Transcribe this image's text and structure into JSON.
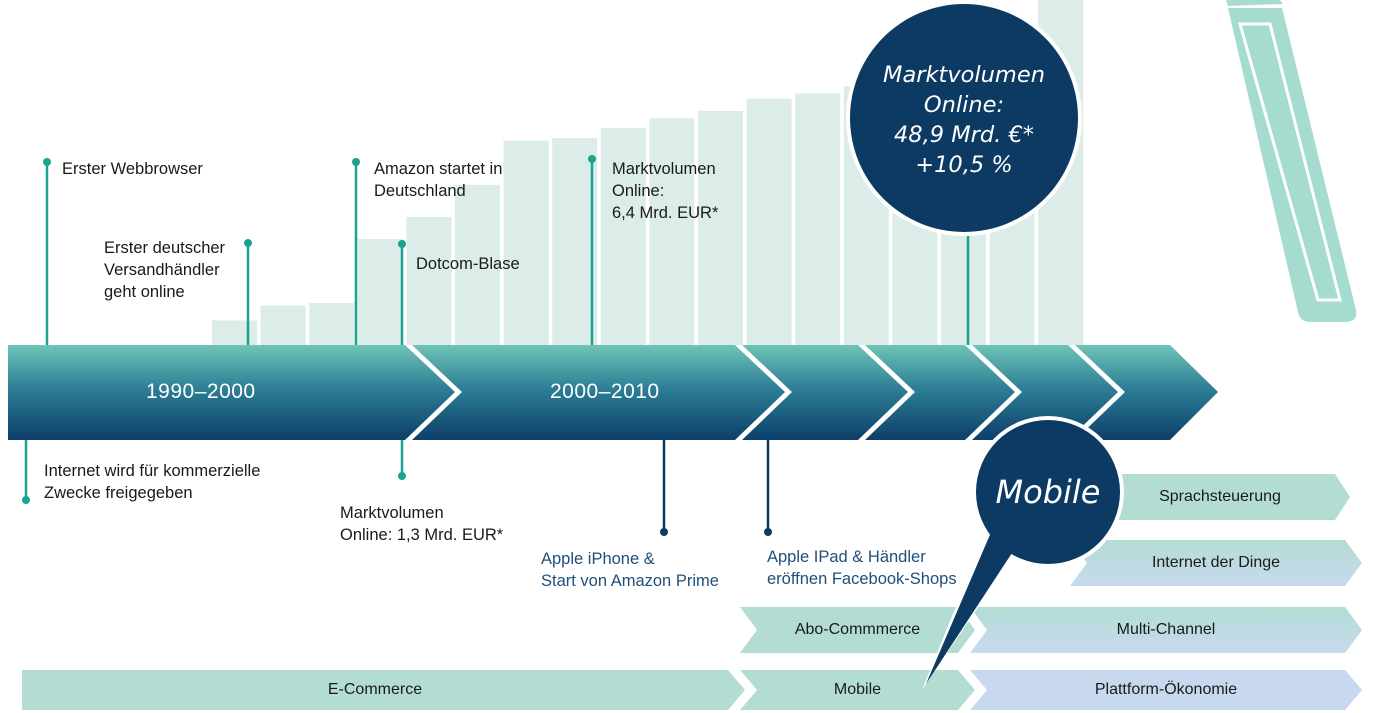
{
  "colors": {
    "bars": "#dcece8",
    "arrow_top": "#6ec4b6",
    "arrow_bottom": "#0d3f6a",
    "pin_teal": "#1aa391",
    "pin_navy": "#0d3a63",
    "band_teal": "#b3ddd3",
    "band_blue": "#c8d9ef",
    "bubble": "#0d3a63",
    "magnifier": "#a6dbcf"
  },
  "chart_data": {
    "type": "bar",
    "values": [
      10,
      16,
      17,
      43,
      52,
      65,
      83,
      84,
      88,
      92,
      95,
      100,
      102,
      105,
      110,
      120,
      130,
      140
    ]
  },
  "eras": [
    "1990–2000",
    "2000–2010"
  ],
  "events_top": [
    {
      "text": "Erster Webbrowser"
    },
    {
      "text": "Erster deutscher\nVersandhändler\ngeht online"
    },
    {
      "text": "Amazon startet in\nDeutschland"
    },
    {
      "text": "Dotcom-Blase"
    },
    {
      "text": "Marktvolumen\nOnline:\n6,4 Mrd. EUR*"
    }
  ],
  "events_bottom": [
    {
      "text": "Internet wird für kommerzielle\nZwecke freigegeben"
    },
    {
      "text": "Marktvolumen\nOnline: 1,3 Mrd. EUR*"
    },
    {
      "text": "Apple iPhone &\nStart von Amazon Prime"
    },
    {
      "text": "Apple IPad & Händler\neröffnen Facebook-Shops"
    }
  ],
  "bubbles": {
    "market": [
      "Marktvolumen",
      "Online:",
      "48,9 Mrd. €*",
      "+10,5 %"
    ],
    "mobile": "Mobile"
  },
  "bands": {
    "ecommerce": "E-Commerce",
    "mobile": "Mobile",
    "abo": "Abo-Commmerce",
    "platform": "Plattform-Ökonomie",
    "multichannel": "Multi-Channel",
    "iot": "Internet der Dinge",
    "voice": "Sprachsteuerung"
  }
}
